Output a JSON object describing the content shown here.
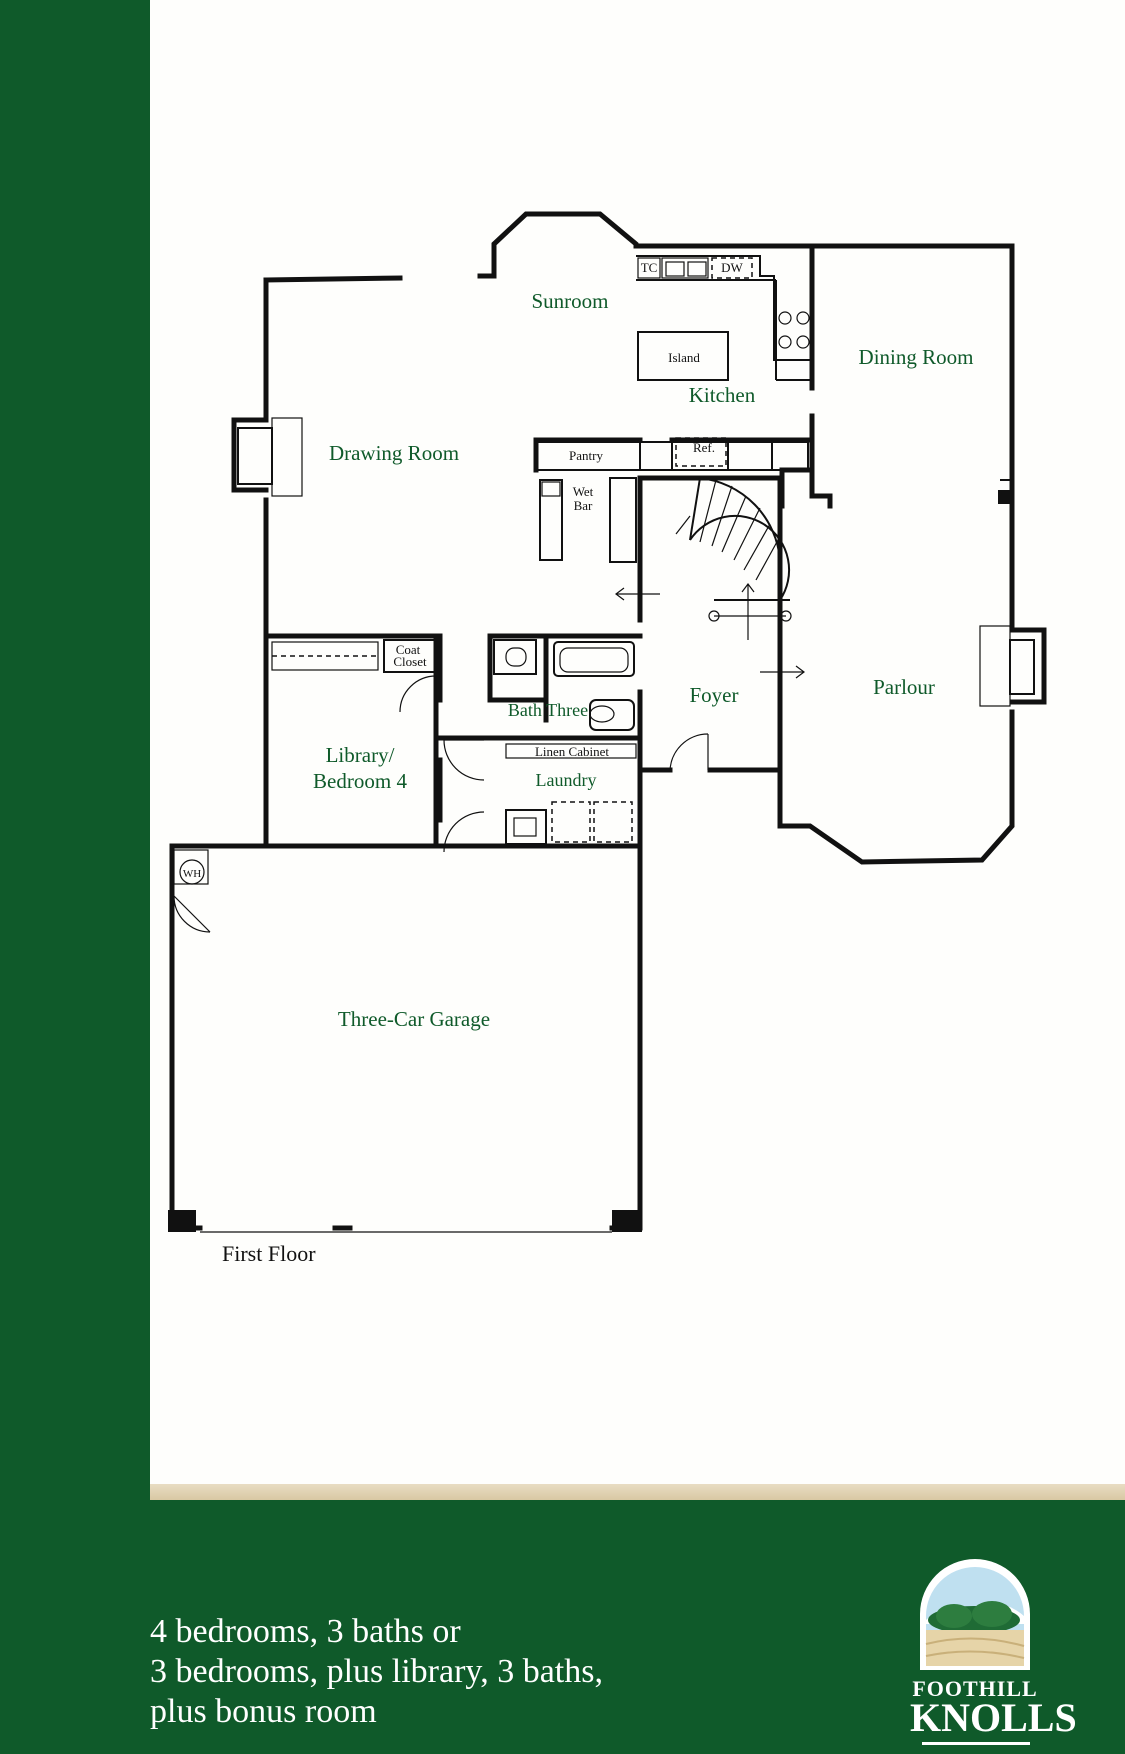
{
  "rooms": {
    "sunroom": "Sunroom",
    "kitchen": "Kitchen",
    "island": "Island",
    "dining_room": "Dining Room",
    "drawing_room": "Drawing Room",
    "pantry": "Pantry",
    "ref": "Ref.",
    "tc": "TC",
    "dw": "DW",
    "wet": "Wet",
    "bar": "Bar",
    "coat": "Coat",
    "closet": "Closet",
    "bath_three": "Bath Three",
    "foyer": "Foyer",
    "parlour": "Parlour",
    "library_line1": "Library/",
    "library_line2": "Bedroom 4",
    "linen_cabinet": "Linen Cabinet",
    "laundry": "Laundry",
    "wh": "WH",
    "garage": "Three-Car Garage"
  },
  "floor_label": "First Floor",
  "summary": [
    "4 bedrooms, 3 baths or",
    "3 bedrooms, plus library, 3 baths,",
    "plus bonus room"
  ],
  "logo": {
    "line1": "FOOTHILL",
    "line2": "KNOLLS"
  },
  "colors": {
    "brand_green": "#0f5a2a",
    "paper": "#fefefc",
    "edge": "#d9c8a3"
  }
}
